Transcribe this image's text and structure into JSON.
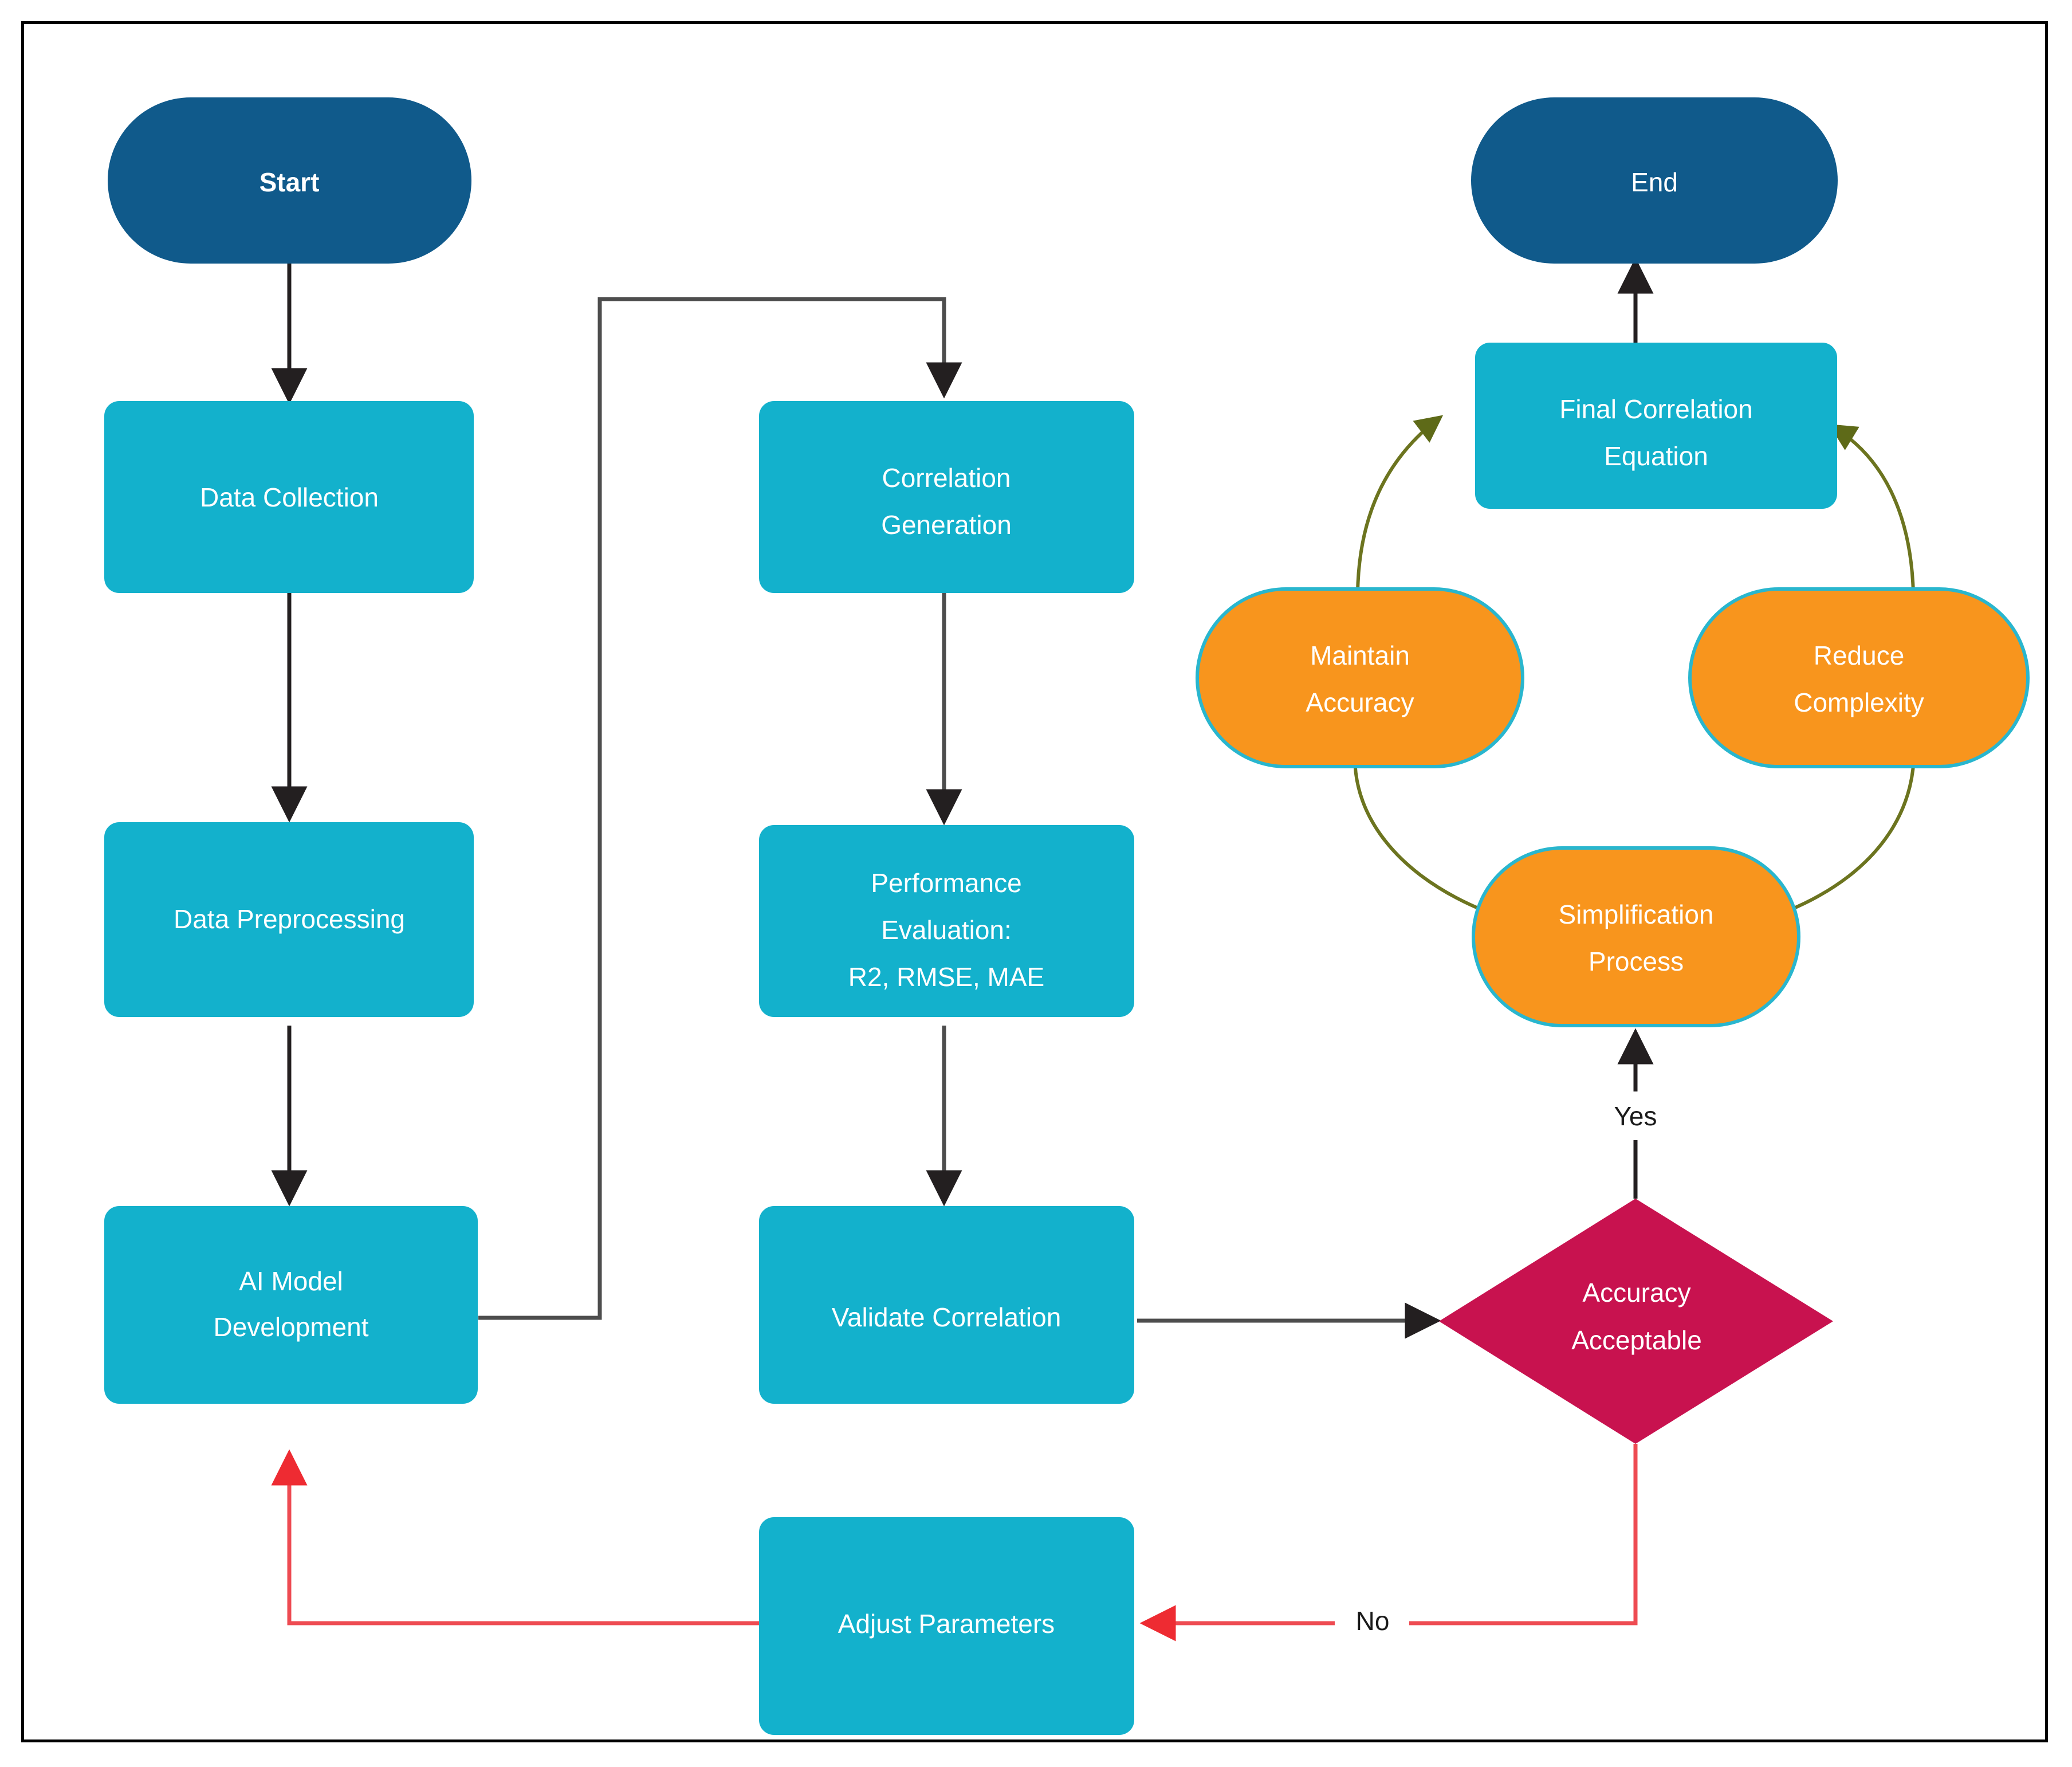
{
  "diagram": {
    "title": "AI model development and correlation simplification flowchart",
    "background": "#ffffff",
    "frame_border_color": "#000000"
  },
  "palette": {
    "terminal_blue": "#105A8B",
    "process_cyan": "#13B1CC",
    "cycle_orange": "#F8951D",
    "cycle_orange_border": "#29B6CE",
    "decision_crimson": "#C8124F",
    "arrow_black": "#231F20",
    "arrow_gray": "#4D4D4D",
    "arrow_red": "#EE4B52",
    "arrow_olive": "#6C741F",
    "label_white": "#ffffff",
    "label_dark": "#1a1a1a"
  },
  "nodes": {
    "start": {
      "label": "Start",
      "shape": "stadium",
      "fill": "terminal_blue"
    },
    "data_collection": {
      "label": "Data Collection",
      "shape": "rounded-rect",
      "fill": "process_cyan"
    },
    "data_preprocessing": {
      "label": "Data Preprocessing",
      "shape": "rounded-rect",
      "fill": "process_cyan"
    },
    "ai_model_development": {
      "label_line1": "AI Model",
      "label_line2": "Development",
      "shape": "rounded-rect",
      "fill": "process_cyan"
    },
    "correlation_generation": {
      "label_line1": "Correlation",
      "label_line2": "Generation",
      "shape": "rounded-rect",
      "fill": "process_cyan"
    },
    "performance_evaluation": {
      "label_line1": "Performance",
      "label_line2": "Evaluation:",
      "label_line3": "R2, RMSE, MAE",
      "shape": "rounded-rect",
      "fill": "process_cyan"
    },
    "validate_correlation": {
      "label": "Validate Correlation",
      "shape": "rounded-rect",
      "fill": "process_cyan"
    },
    "adjust_parameters": {
      "label": "Adjust Parameters",
      "shape": "rounded-rect",
      "fill": "process_cyan"
    },
    "accuracy_acceptable": {
      "label_line1": "Accuracy",
      "label_line2": "Acceptable",
      "shape": "diamond",
      "fill": "decision_crimson"
    },
    "simplification_process": {
      "label_line1": "Simplification",
      "label_line2": "Process",
      "shape": "stadium",
      "fill": "cycle_orange"
    },
    "maintain_accuracy": {
      "label_line1": "Maintain",
      "label_line2": "Accuracy",
      "shape": "stadium",
      "fill": "cycle_orange"
    },
    "reduce_complexity": {
      "label_line1": "Reduce",
      "label_line2": "Complexity",
      "shape": "stadium",
      "fill": "cycle_orange"
    },
    "final_correlation_equation": {
      "label_line1": "Final Correlation",
      "label_line2": "Equation",
      "shape": "rounded-rect",
      "fill": "process_cyan"
    },
    "end": {
      "label": "End",
      "shape": "stadium",
      "fill": "terminal_blue"
    }
  },
  "edge_labels": {
    "yes": "Yes",
    "no": "No"
  },
  "edges": [
    {
      "from": "start",
      "to": "data_collection",
      "style": "black-straight"
    },
    {
      "from": "data_collection",
      "to": "data_preprocessing",
      "style": "black-straight"
    },
    {
      "from": "data_preprocessing",
      "to": "ai_model_development",
      "style": "black-straight"
    },
    {
      "from": "ai_model_development",
      "to": "correlation_generation",
      "style": "gray-orthogonal"
    },
    {
      "from": "correlation_generation",
      "to": "performance_evaluation",
      "style": "gray-straight"
    },
    {
      "from": "performance_evaluation",
      "to": "validate_correlation",
      "style": "gray-straight"
    },
    {
      "from": "validate_correlation",
      "to": "accuracy_acceptable",
      "style": "gray-straight"
    },
    {
      "from": "accuracy_acceptable",
      "to": "simplification_process",
      "style": "black-straight",
      "label": "Yes"
    },
    {
      "from": "accuracy_acceptable",
      "to": "adjust_parameters",
      "style": "red-orthogonal",
      "label": "No"
    },
    {
      "from": "adjust_parameters",
      "to": "ai_model_development",
      "style": "red-orthogonal"
    },
    {
      "from": "simplification_process",
      "to": "maintain_accuracy",
      "style": "olive-curve"
    },
    {
      "from": "maintain_accuracy",
      "to": "final_correlation_equation",
      "style": "olive-curve"
    },
    {
      "from": "simplification_process",
      "to": "reduce_complexity",
      "style": "olive-curve"
    },
    {
      "from": "reduce_complexity",
      "to": "final_correlation_equation",
      "style": "olive-curve"
    },
    {
      "from": "final_correlation_equation",
      "to": "end",
      "style": "black-straight"
    }
  ]
}
